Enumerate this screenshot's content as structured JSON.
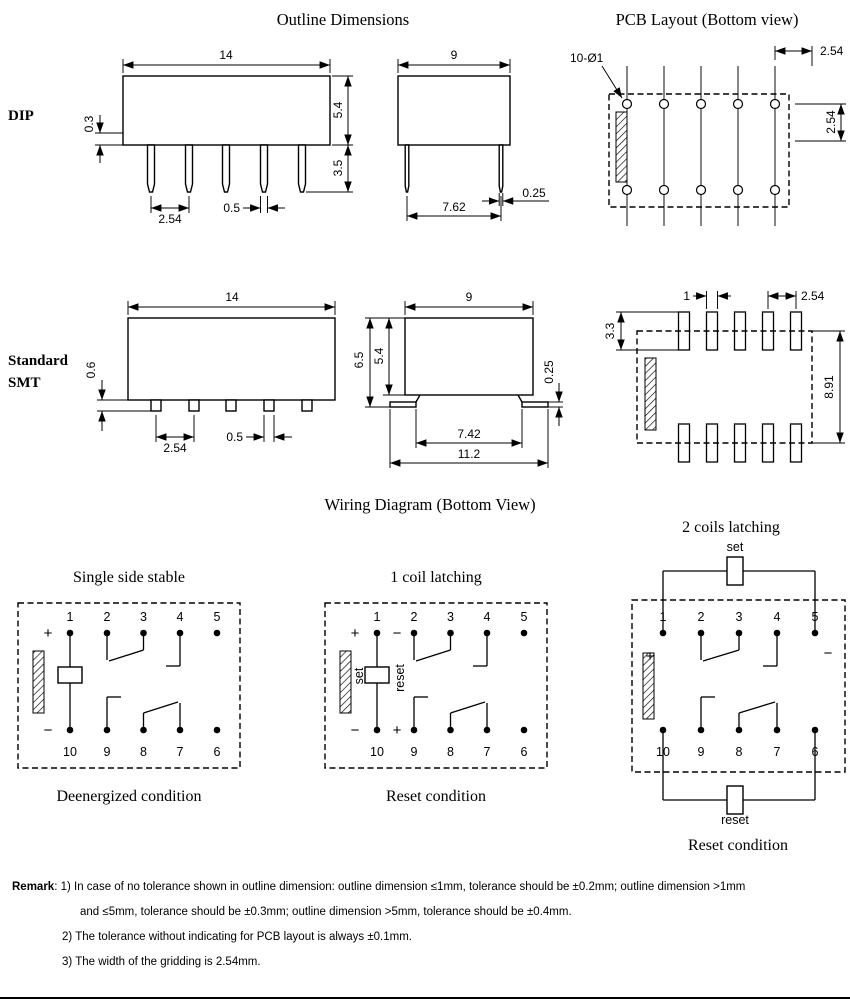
{
  "page": {
    "title_outline": "Outline Dimensions",
    "title_pcb": "PCB Layout (Bottom view)",
    "title_wiring": "Wiring Diagram (Bottom View)"
  },
  "rows": {
    "dip": "DIP",
    "smt_line1": "Standard",
    "smt_line2": "SMT"
  },
  "dip": {
    "front": {
      "width": "14",
      "body_h": "5.4",
      "lead_len": "3.5",
      "standoff": "0.3",
      "pitch": "2.54",
      "lead_w": "0.5"
    },
    "side": {
      "depth": "9",
      "lead_span": "7.62",
      "lead_t": "0.25"
    },
    "pcb": {
      "holes": "10-Ø1",
      "pitch_x": "2.54",
      "pitch_y": "2.54"
    }
  },
  "smt": {
    "front": {
      "width": "14",
      "standoff": "0.6",
      "pitch": "2.54",
      "lead_w": "0.5"
    },
    "side": {
      "depth": "9",
      "total_h": "6.5",
      "body_h": "5.4",
      "lead_t": "0.25",
      "span_inner": "7.42",
      "span_outer": "11.2"
    },
    "pcb": {
      "pad_w": "1",
      "pitch": "2.54",
      "pad_h": "3.3",
      "row_gap": "8.91"
    }
  },
  "wiring": {
    "pins_top": [
      "1",
      "2",
      "3",
      "4",
      "5"
    ],
    "pins_bottom": [
      "10",
      "9",
      "8",
      "7",
      "6"
    ],
    "plus": "+",
    "minus": "−",
    "single": {
      "title": "Single side stable",
      "caption": "Deenergized condition"
    },
    "one_coil": {
      "title": "1 coil latching",
      "caption": "Reset condition",
      "set": "set",
      "reset": "reset"
    },
    "two_coils": {
      "title": "2 coils latching",
      "caption": "Reset condition",
      "set": "set",
      "reset": "reset"
    }
  },
  "remark": {
    "label": "Remark",
    "line1": ": 1) In case of no tolerance shown in outline dimension: outline dimension ≤1mm, tolerance should be ±0.2mm; outline dimension >1mm",
    "line2": "and ≤5mm, tolerance should be ±0.3mm; outline dimension >5mm, tolerance should be ±0.4mm.",
    "line3": "2) The tolerance without indicating for PCB layout is always ±0.1mm.",
    "line4": "3) The width of the gridding is 2.54mm."
  }
}
